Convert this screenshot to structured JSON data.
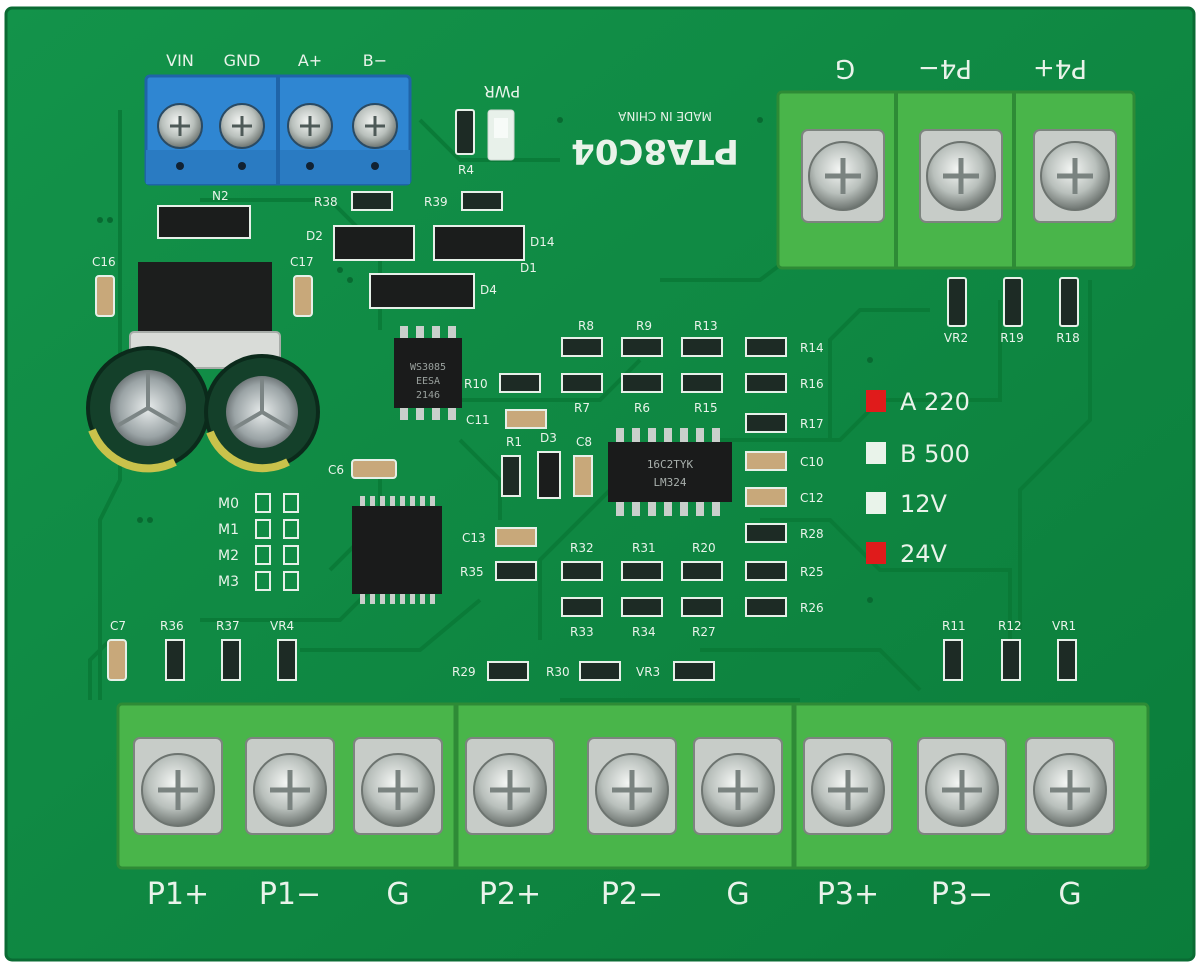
{
  "board": {
    "model": "PTA8C04",
    "made_in": "MADE IN CHINA",
    "pwr": "PWR"
  },
  "input_terminal": {
    "labels": [
      "VIN",
      "GND",
      "A+",
      "B−"
    ]
  },
  "p4_terminal": {
    "labels": [
      "G",
      "P4−",
      "P4+"
    ]
  },
  "bottom_terminal": {
    "labels": [
      "P1+",
      "P1−",
      "G",
      "P2+",
      "P2−",
      "G",
      "P3+",
      "P3−",
      "G"
    ]
  },
  "dip_labels": [
    "M0",
    "M1",
    "M2",
    "M3"
  ],
  "options": [
    {
      "label": "A 220",
      "selected": true
    },
    {
      "label": "B 500",
      "selected": false
    },
    {
      "label": "12V",
      "selected": false
    },
    {
      "label": "24V",
      "selected": true
    }
  ],
  "chips": {
    "u_ws": {
      "line1": "WS3085",
      "line2": "EESA",
      "line3": "2146"
    },
    "u_lm": {
      "line1": "16C2TYK",
      "line2": "LM324"
    }
  },
  "diodes": {
    "n2": "N2",
    "d2": "D2",
    "d14": "D14",
    "d1": "D1",
    "d4": "D4",
    "d3": "D3"
  },
  "designators": {
    "r38": "R38",
    "r39": "R39",
    "r4": "R4",
    "c16": "C16",
    "c17": "C17",
    "r8": "R8",
    "r9": "R9",
    "r13": "R13",
    "r14": "R14",
    "r10": "R10",
    "r7": "R7",
    "r6": "R6",
    "r15": "R15",
    "r16": "R16",
    "r17": "R17",
    "c11": "C11",
    "r1": "R1",
    "c8": "C8",
    "c10": "C10",
    "c12": "C12",
    "c6": "C6",
    "c13": "C13",
    "r32": "R32",
    "r31": "R31",
    "r20": "R20",
    "r28": "R28",
    "r35": "R35",
    "r25": "R25",
    "r33": "R33",
    "r34": "R34",
    "r27": "R27",
    "r26": "R26",
    "c7": "C7",
    "r36": "R36",
    "r37": "R37",
    "vr4": "VR4",
    "r29": "R29",
    "r30": "R30",
    "vr3": "VR3",
    "r11": "R11",
    "r12": "R12",
    "vr1": "VR1",
    "vr2": "VR2",
    "r19": "R19",
    "r18": "R18"
  },
  "colors": {
    "pcb": "#0f8a43",
    "terminal_green": "#49b54a",
    "terminal_blue": "#2f86d2",
    "silkscreen": "#e9f3ea",
    "marker_red": "#e01b1b"
  }
}
